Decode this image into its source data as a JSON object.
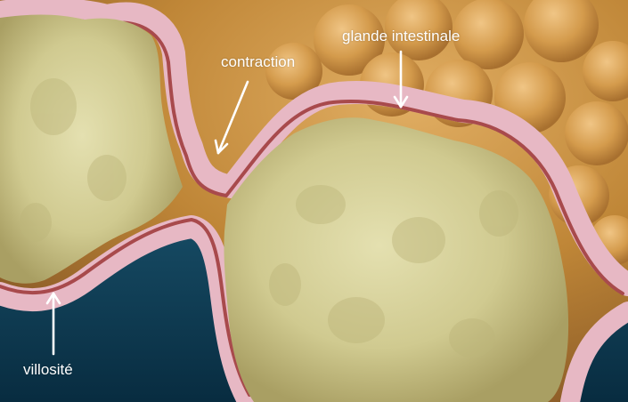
{
  "labels": {
    "contraction": "contraction",
    "glande": "glande intestinale",
    "villosite": "villosité"
  },
  "colors": {
    "lumen": "#0d3a52",
    "tissue_brown": "#c08a3c",
    "villus_cream": "#d4cf98",
    "membrane_pink": "#e7b8c4",
    "membrane_red": "#a84a4c",
    "text": "#ffffff"
  }
}
